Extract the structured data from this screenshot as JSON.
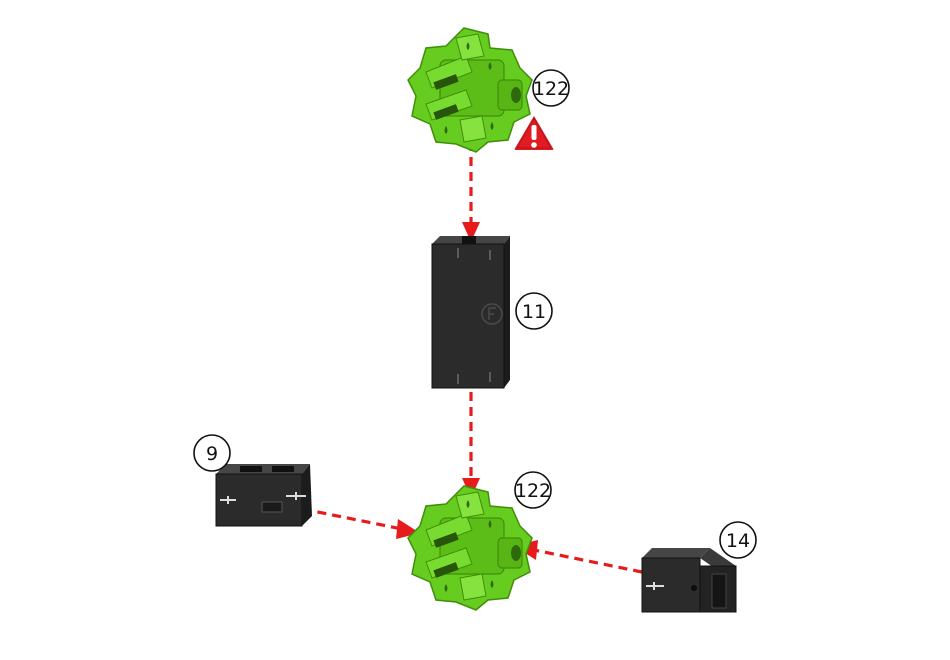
{
  "colors": {
    "connector_green": "#66cc1f",
    "connector_green_dark": "#3f8f0a",
    "block_black": "#2b2b2b",
    "arrow_red": "#e61b1b",
    "warning_red": "#e11b22"
  },
  "parts": {
    "top_connector": {
      "callout": "122"
    },
    "long_block": {
      "callout": "11"
    },
    "bottom_connector": {
      "callout": "122"
    },
    "left_block": {
      "callout": "9"
    },
    "right_block": {
      "callout": "14"
    }
  },
  "warning": {
    "icon": "warning-triangle-icon"
  }
}
